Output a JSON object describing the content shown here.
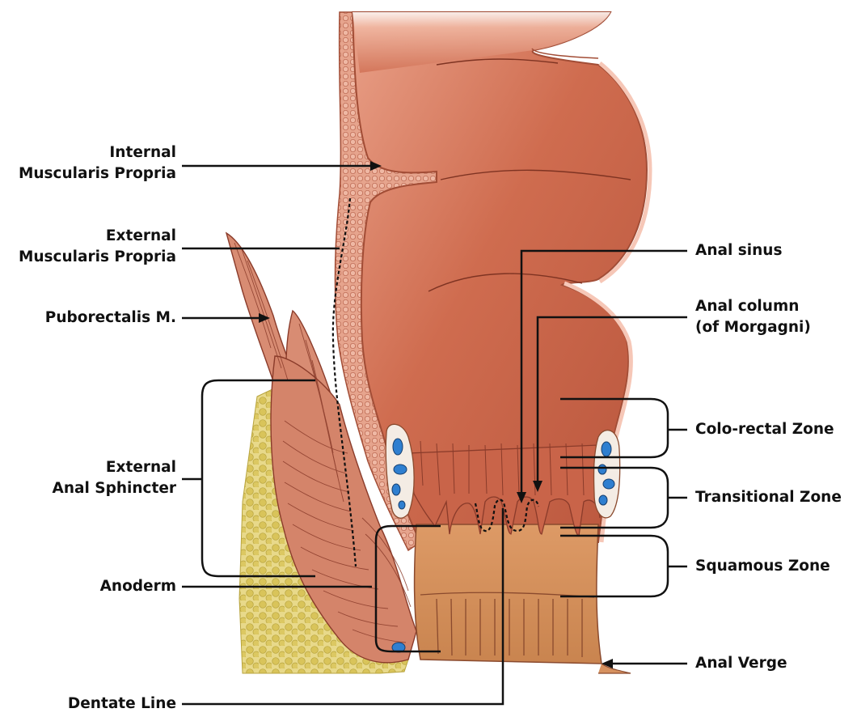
{
  "labels": {
    "internal_muscularis_line1": "Internal",
    "internal_muscularis_line2": "Muscularis Propria",
    "external_muscularis_line1": "External",
    "external_muscularis_line2": "Muscularis Propria",
    "puborectalis": "Puborectalis M.",
    "external_sphincter_line1": "External",
    "external_sphincter_line2": "Anal Sphincter",
    "anoderm": "Anoderm",
    "dentate_line": "Dentate Line",
    "anal_sinus": "Anal sinus",
    "anal_column_line1": "Anal column",
    "anal_column_line2": "(of Morgagni)",
    "colorectal_zone": "Colo-rectal Zone",
    "transitional_zone": "Transitional Zone",
    "squamous_zone": "Squamous Zone",
    "anal_verge": "Anal Verge"
  },
  "colors": {
    "rectum": "#c9674a",
    "rectum_highlight": "#e79a80",
    "rectum_lining": "#f4c6b4",
    "muscle": "#d27e64",
    "muscle_line": "#8a3b2a",
    "anoderm": "#d99a6c",
    "fat": "#e5d47a",
    "vessel": "#2f7fd0",
    "leader": "#111111"
  }
}
